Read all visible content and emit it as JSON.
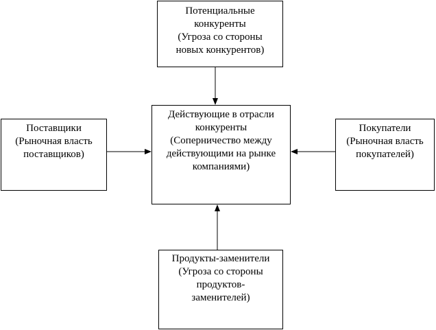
{
  "diagram": {
    "top": {
      "lines": [
        "Потенциальные",
        "конкуренты",
        "(Угроза со стороны",
        "новых конкурентов)"
      ]
    },
    "center": {
      "lines": [
        "Действующие в отрасли",
        "конкуренты",
        "(Соперничество между",
        "действующими на рынке",
        "компаниями)"
      ]
    },
    "left": {
      "lines": [
        "Поставщики",
        "(Рыночная власть",
        "поставщиков)"
      ]
    },
    "right": {
      "lines": [
        "Покупатели",
        "(Рыночная власть",
        "покупателей)"
      ]
    },
    "bottom": {
      "lines": [
        "Продукты-заменители",
        "(Угроза со стороны",
        "продуктов-",
        "заменителей)"
      ]
    }
  }
}
